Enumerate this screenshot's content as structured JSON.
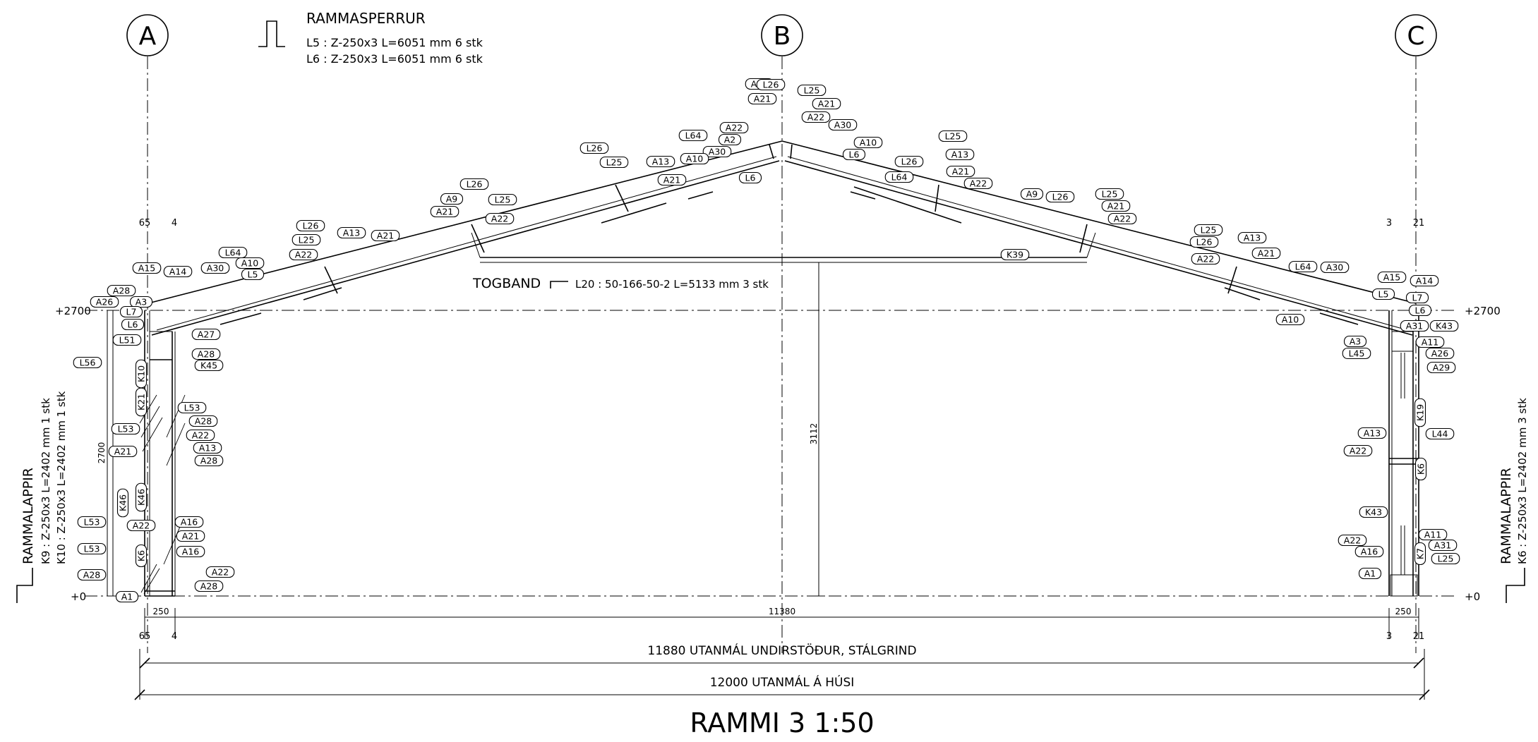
{
  "title": "RAMMI 3  1:50",
  "grid_axes": [
    "A",
    "B",
    "C"
  ],
  "elevations": {
    "top": "+2700",
    "bottom": "+0"
  },
  "rammasperrur": {
    "heading": "RAMMASPERRUR",
    "lines": [
      "L5 :  Z-250x3 L=6051 mm 6 stk",
      "L6 :  Z-250x3 L=6051 mm 6 stk"
    ]
  },
  "togband": {
    "label": "TOGBAND",
    "spec": "L20 : 50-166-50-2  L=5133 mm  3 stk"
  },
  "rammalappir_left": {
    "heading": "RAMMALAPPIR",
    "lines": [
      "K9  :  Z-250x3 L=2402 mm 1 stk",
      "K10 :  Z-250x3 L=2402 mm 1 stk"
    ]
  },
  "rammalappir_right": {
    "heading": "RAMMALAPPIR",
    "lines": [
      "K6 : Z-250x3 L=2402 mm 3 stk"
    ]
  },
  "dimensions": {
    "span_inner": "11380",
    "post_width_left": "250",
    "post_width_right": "250",
    "height_left": "2700",
    "center_height": "3112",
    "overall_frame": "11880 UTANMÁL UNDIRSTÖÐUR, STÁLGRIND",
    "overall_house": "12000 UTANMÁL Á HÚSI"
  },
  "edge_numbers": {
    "left_top": [
      "65",
      "4"
    ],
    "left_bottom": [
      "65",
      "4"
    ],
    "right_top": [
      "3",
      "21"
    ],
    "right_bottom": [
      "3",
      "21"
    ]
  },
  "part_tags": [
    "A28",
    "A26",
    "A15",
    "A14",
    "A30",
    "L64",
    "A10",
    "L5",
    "A3",
    "L7",
    "L6",
    "L51",
    "A27",
    "A28",
    "K45",
    "L56",
    "K10",
    "K21",
    "L53",
    "A28",
    "A22",
    "L53",
    "A21",
    "A13",
    "A28",
    "K46",
    "K46",
    "A22",
    "A16",
    "A21",
    "A16",
    "L53",
    "L53",
    "K6",
    "A28",
    "A22",
    "A28",
    "A1",
    "L26",
    "L25",
    "A13",
    "A21",
    "A22",
    "A9",
    "A21",
    "L26",
    "L25",
    "A22",
    "L26",
    "L25",
    "A13",
    "A21",
    "A22",
    "A2",
    "A30",
    "L64",
    "L6",
    "A10",
    "A22",
    "A21",
    "L26",
    "L25",
    "A21",
    "A22",
    "A30",
    "A10",
    "L6",
    "L64",
    "L26",
    "L25",
    "A13",
    "A21",
    "A22",
    "A9",
    "L26",
    "L25",
    "A21",
    "A22",
    "K39",
    "L25",
    "L26",
    "A13",
    "A21",
    "A22",
    "L64",
    "A30",
    "A15",
    "A14",
    "L5",
    "L7",
    "L6",
    "A10",
    "A31",
    "K43",
    "A11",
    "A3",
    "L45",
    "A26",
    "A29",
    "K19",
    "A13",
    "L44",
    "A22",
    "K6",
    "K43",
    "A22",
    "A16",
    "A11",
    "A31",
    "K7",
    "L25",
    "A1"
  ]
}
